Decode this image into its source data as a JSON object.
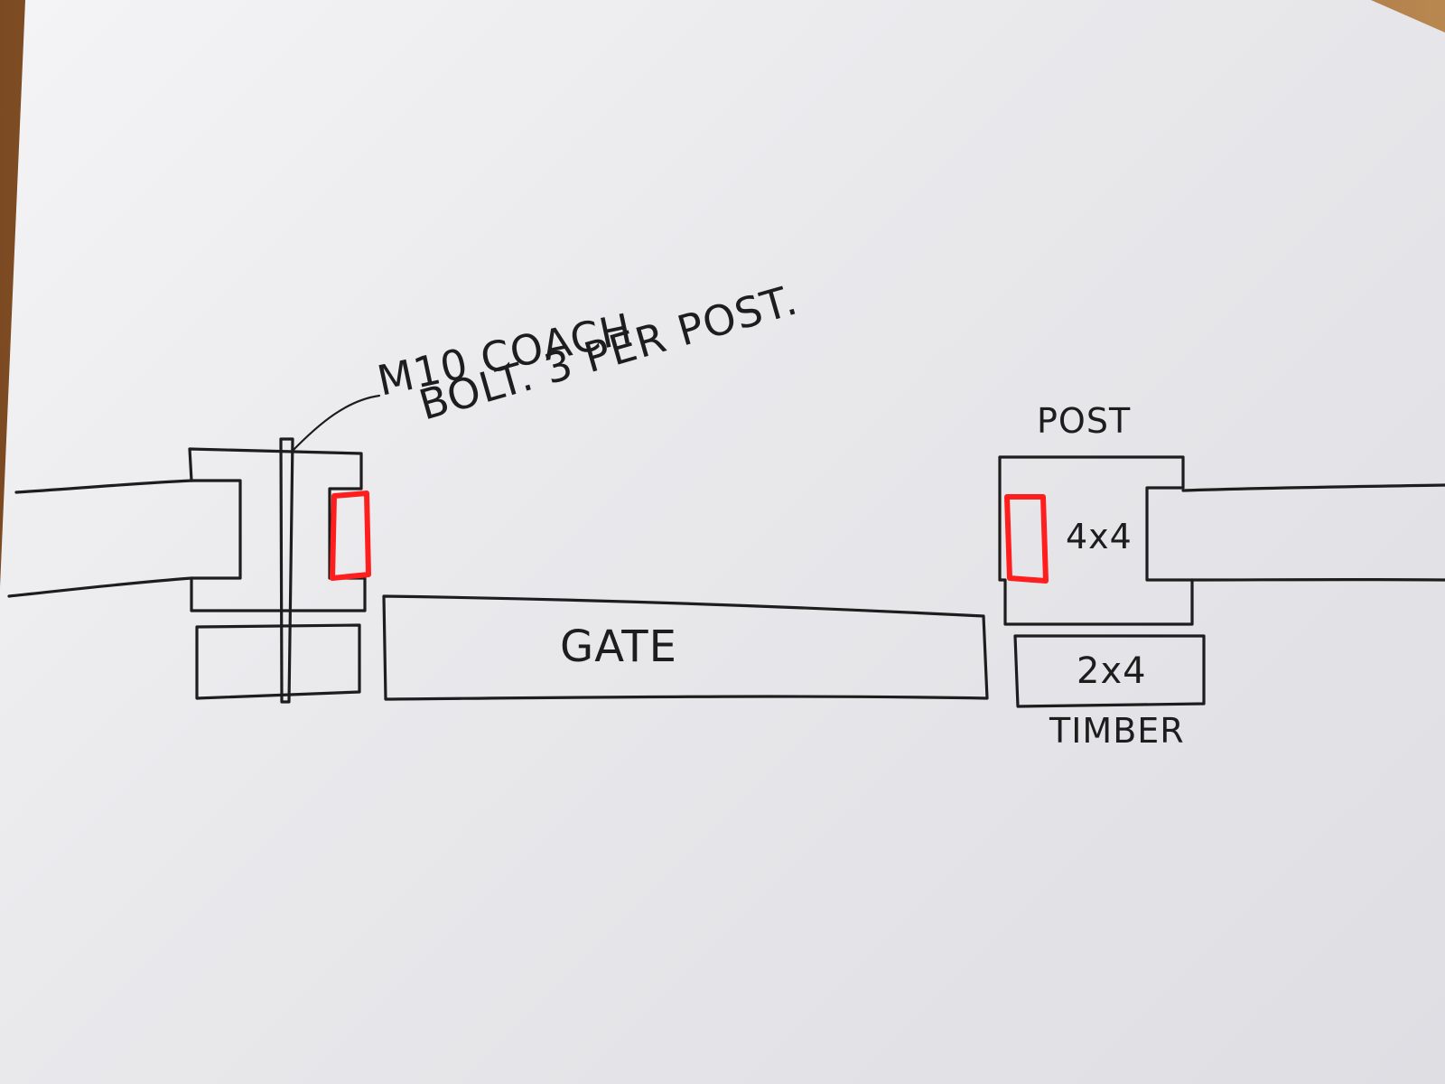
{
  "diagram": {
    "annotation": {
      "line1": "M10 COACH",
      "line2": "BOLT. 3 PER POST."
    },
    "labels": {
      "post": "POST",
      "post_size": "4x4",
      "gate": "GATE",
      "timber_size": "2x4",
      "timber": "TIMBER"
    },
    "colors": {
      "ink": "#1d1d1d",
      "highlight": "#ff1e1e",
      "paper": "#ececef"
    }
  }
}
